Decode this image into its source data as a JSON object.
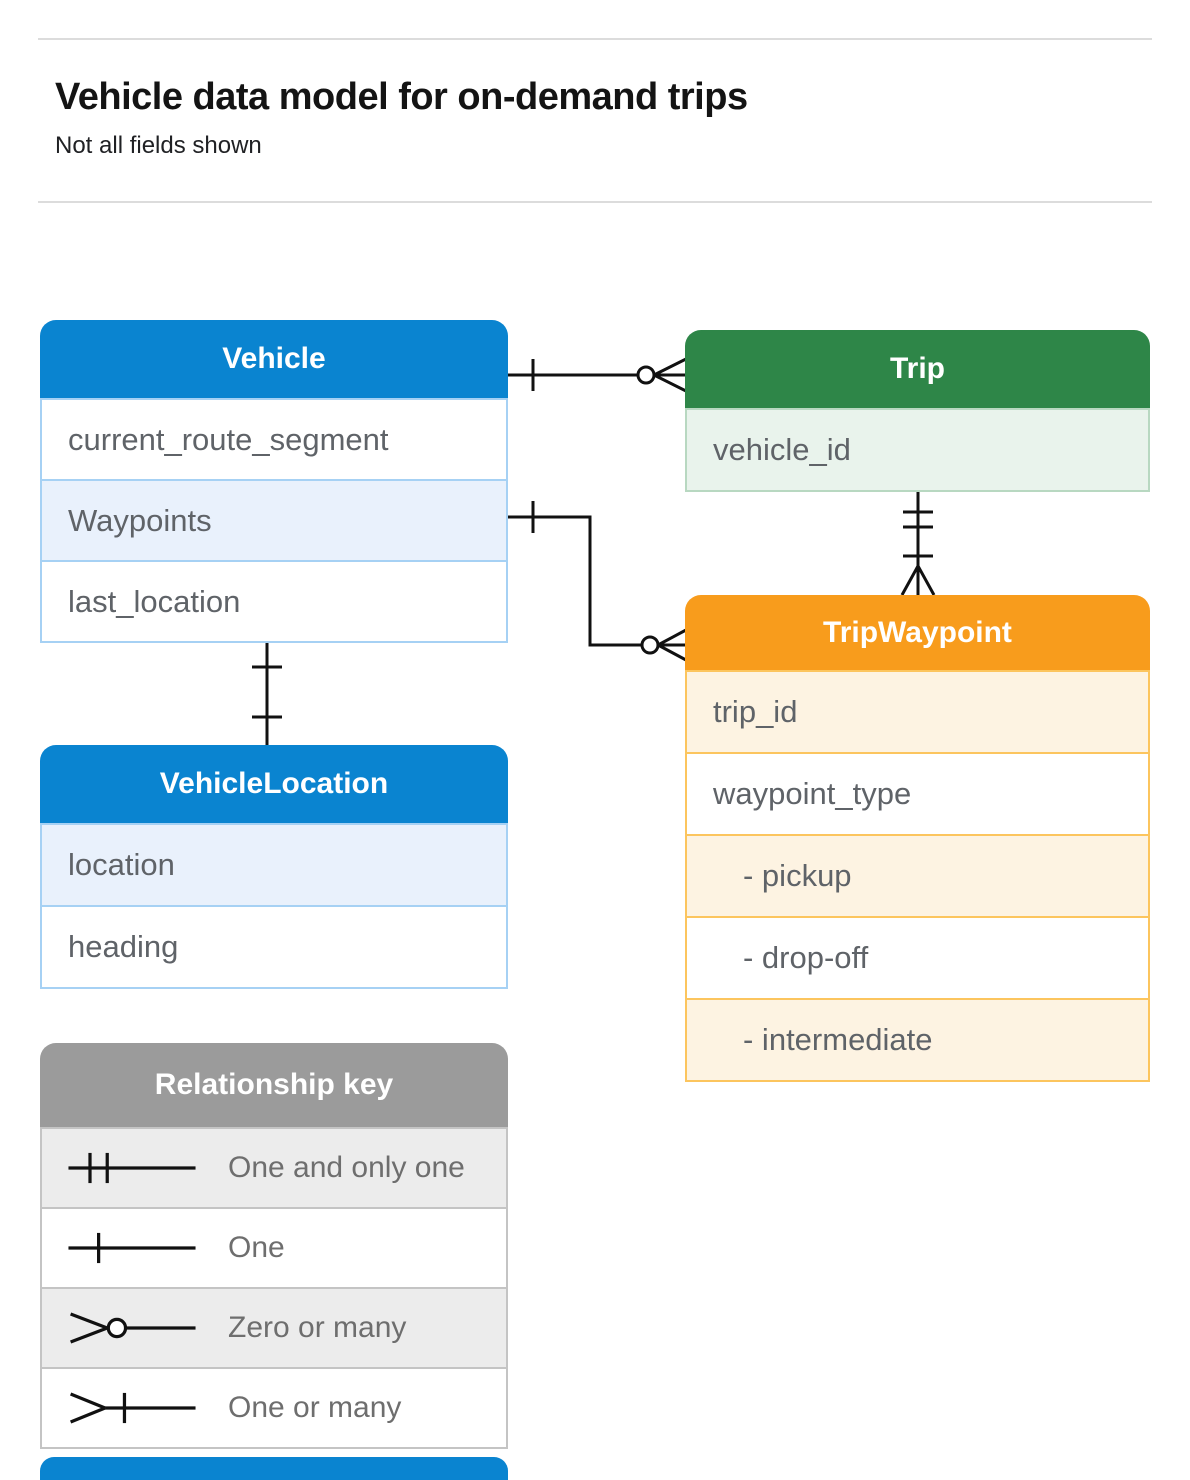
{
  "page": {
    "title": "Vehicle data model for on-demand trips",
    "subtitle": "Not all fields shown"
  },
  "entities": {
    "vehicle": {
      "title": "Vehicle",
      "fields": [
        "current_route_segment",
        "Waypoints",
        "last_location"
      ]
    },
    "trip": {
      "title": "Trip",
      "fields": [
        "vehicle_id"
      ]
    },
    "trip_waypoint": {
      "title": "TripWaypoint",
      "fields": [
        "trip_id",
        "waypoint_type",
        "- pickup",
        "- drop-off",
        "- intermediate"
      ]
    },
    "vehicle_location": {
      "title": "VehicleLocation",
      "fields": [
        "location",
        "heading"
      ]
    }
  },
  "legend": {
    "title": "Relationship key",
    "items": [
      {
        "symbol": "one-and-only-one",
        "label": "One and only one"
      },
      {
        "symbol": "one",
        "label": "One"
      },
      {
        "symbol": "zero-or-many",
        "label": "Zero or many"
      },
      {
        "symbol": "one-or-many",
        "label": "One or many"
      }
    ]
  },
  "relationships": [
    {
      "from": "Vehicle",
      "to": "Trip",
      "from_cardinality": "one",
      "to_cardinality": "zero-or-many"
    },
    {
      "from": "Vehicle.Waypoints",
      "to": "TripWaypoint",
      "from_cardinality": "one",
      "to_cardinality": "zero-or-many"
    },
    {
      "from": "Trip",
      "to": "TripWaypoint",
      "from_cardinality": "one-and-only-one",
      "to_cardinality": "one-or-many"
    },
    {
      "from": "Vehicle",
      "to": "VehicleLocation",
      "from_cardinality": "one",
      "to_cardinality": "one"
    }
  ],
  "colors": {
    "blue_header": "#0a84d0",
    "blue_row": "#e9f1fc",
    "blue_border": "#a6d1f4",
    "green_header": "#2e8648",
    "green_row": "#e9f3ec",
    "green_border": "#b8d8c1",
    "orange_header": "#f89c1c",
    "orange_row": "#fdf3e2",
    "orange_border": "#fcc55e",
    "gray_header": "#9b9b9b",
    "gray_row": "#ececec",
    "row_text": "#5f6368",
    "connector": "#111111"
  }
}
